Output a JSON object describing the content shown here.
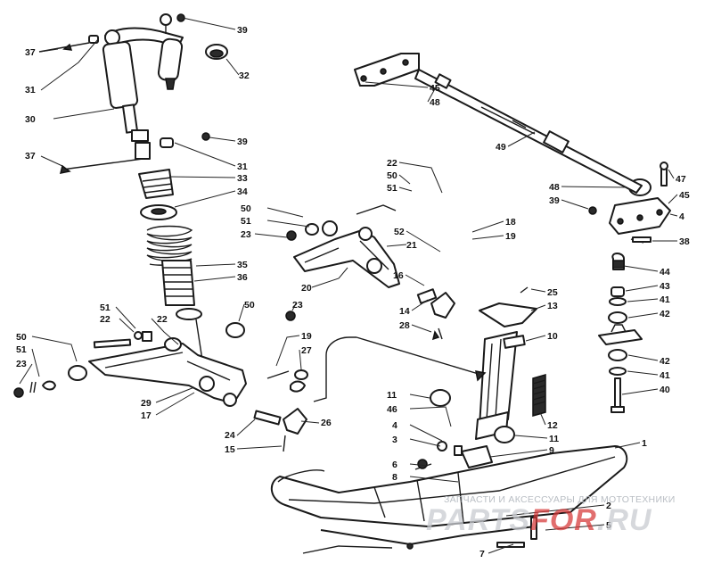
{
  "callouts": [
    {
      "id": "c39a",
      "text": "39"
    },
    {
      "id": "c37a",
      "text": "37"
    },
    {
      "id": "c31a",
      "text": "31"
    },
    {
      "id": "c32",
      "text": "32"
    },
    {
      "id": "c30",
      "text": "30"
    },
    {
      "id": "c39b",
      "text": "39"
    },
    {
      "id": "c37b",
      "text": "37"
    },
    {
      "id": "c31b",
      "text": "31"
    },
    {
      "id": "c33",
      "text": "33"
    },
    {
      "id": "c34",
      "text": "34"
    },
    {
      "id": "c50a",
      "text": "50"
    },
    {
      "id": "c51a",
      "text": "51"
    },
    {
      "id": "c23a",
      "text": "23"
    },
    {
      "id": "c35",
      "text": "35"
    },
    {
      "id": "c36",
      "text": "36"
    },
    {
      "id": "c20",
      "text": "20"
    },
    {
      "id": "c50b",
      "text": "50"
    },
    {
      "id": "c23b",
      "text": "23"
    },
    {
      "id": "c51b",
      "text": "51"
    },
    {
      "id": "c22a",
      "text": "22"
    },
    {
      "id": "c22b",
      "text": "22"
    },
    {
      "id": "c50c",
      "text": "50"
    },
    {
      "id": "c51c",
      "text": "51"
    },
    {
      "id": "c23c",
      "text": "23"
    },
    {
      "id": "c29",
      "text": "29"
    },
    {
      "id": "c17",
      "text": "17"
    },
    {
      "id": "c19a",
      "text": "19"
    },
    {
      "id": "c27",
      "text": "27"
    },
    {
      "id": "c24",
      "text": "24"
    },
    {
      "id": "c26",
      "text": "26"
    },
    {
      "id": "c15",
      "text": "15"
    },
    {
      "id": "c45a",
      "text": "45"
    },
    {
      "id": "c48a",
      "text": "48"
    },
    {
      "id": "c49",
      "text": "49"
    },
    {
      "id": "c22c",
      "text": "22"
    },
    {
      "id": "c50d",
      "text": "50"
    },
    {
      "id": "c51d",
      "text": "51"
    },
    {
      "id": "c47",
      "text": "47"
    },
    {
      "id": "c48b",
      "text": "48"
    },
    {
      "id": "c39c",
      "text": "39"
    },
    {
      "id": "c45b",
      "text": "45"
    },
    {
      "id": "c4a",
      "text": "4"
    },
    {
      "id": "c38",
      "text": "38"
    },
    {
      "id": "c18",
      "text": "18"
    },
    {
      "id": "c19b",
      "text": "19"
    },
    {
      "id": "c52",
      "text": "52"
    },
    {
      "id": "c21",
      "text": "21"
    },
    {
      "id": "c16",
      "text": "16"
    },
    {
      "id": "c25",
      "text": "25"
    },
    {
      "id": "c13",
      "text": "13"
    },
    {
      "id": "c14",
      "text": "14"
    },
    {
      "id": "c28",
      "text": "28"
    },
    {
      "id": "c10",
      "text": "10"
    },
    {
      "id": "c44",
      "text": "44"
    },
    {
      "id": "c43",
      "text": "43"
    },
    {
      "id": "c41a",
      "text": "41"
    },
    {
      "id": "c42a",
      "text": "42"
    },
    {
      "id": "c42b",
      "text": "42"
    },
    {
      "id": "c41b",
      "text": "41"
    },
    {
      "id": "c40",
      "text": "40"
    },
    {
      "id": "c11a",
      "text": "11"
    },
    {
      "id": "c46",
      "text": "46"
    },
    {
      "id": "c12",
      "text": "12"
    },
    {
      "id": "c4b",
      "text": "4"
    },
    {
      "id": "c3",
      "text": "3"
    },
    {
      "id": "c11b",
      "text": "11"
    },
    {
      "id": "c1",
      "text": "1"
    },
    {
      "id": "c9",
      "text": "9"
    },
    {
      "id": "c6",
      "text": "6"
    },
    {
      "id": "c8",
      "text": "8"
    },
    {
      "id": "c2",
      "text": "2"
    },
    {
      "id": "c5",
      "text": "5"
    },
    {
      "id": "c7",
      "text": "7"
    }
  ],
  "watermark": {
    "tagline": "ЗАПЧАСТИ И АКСЕССУАРЫ ДЛЯ МОТОТЕХНИКИ",
    "logo_main": "PARTS",
    "logo_accent": "FOR",
    "logo_suffix": ".RU"
  }
}
